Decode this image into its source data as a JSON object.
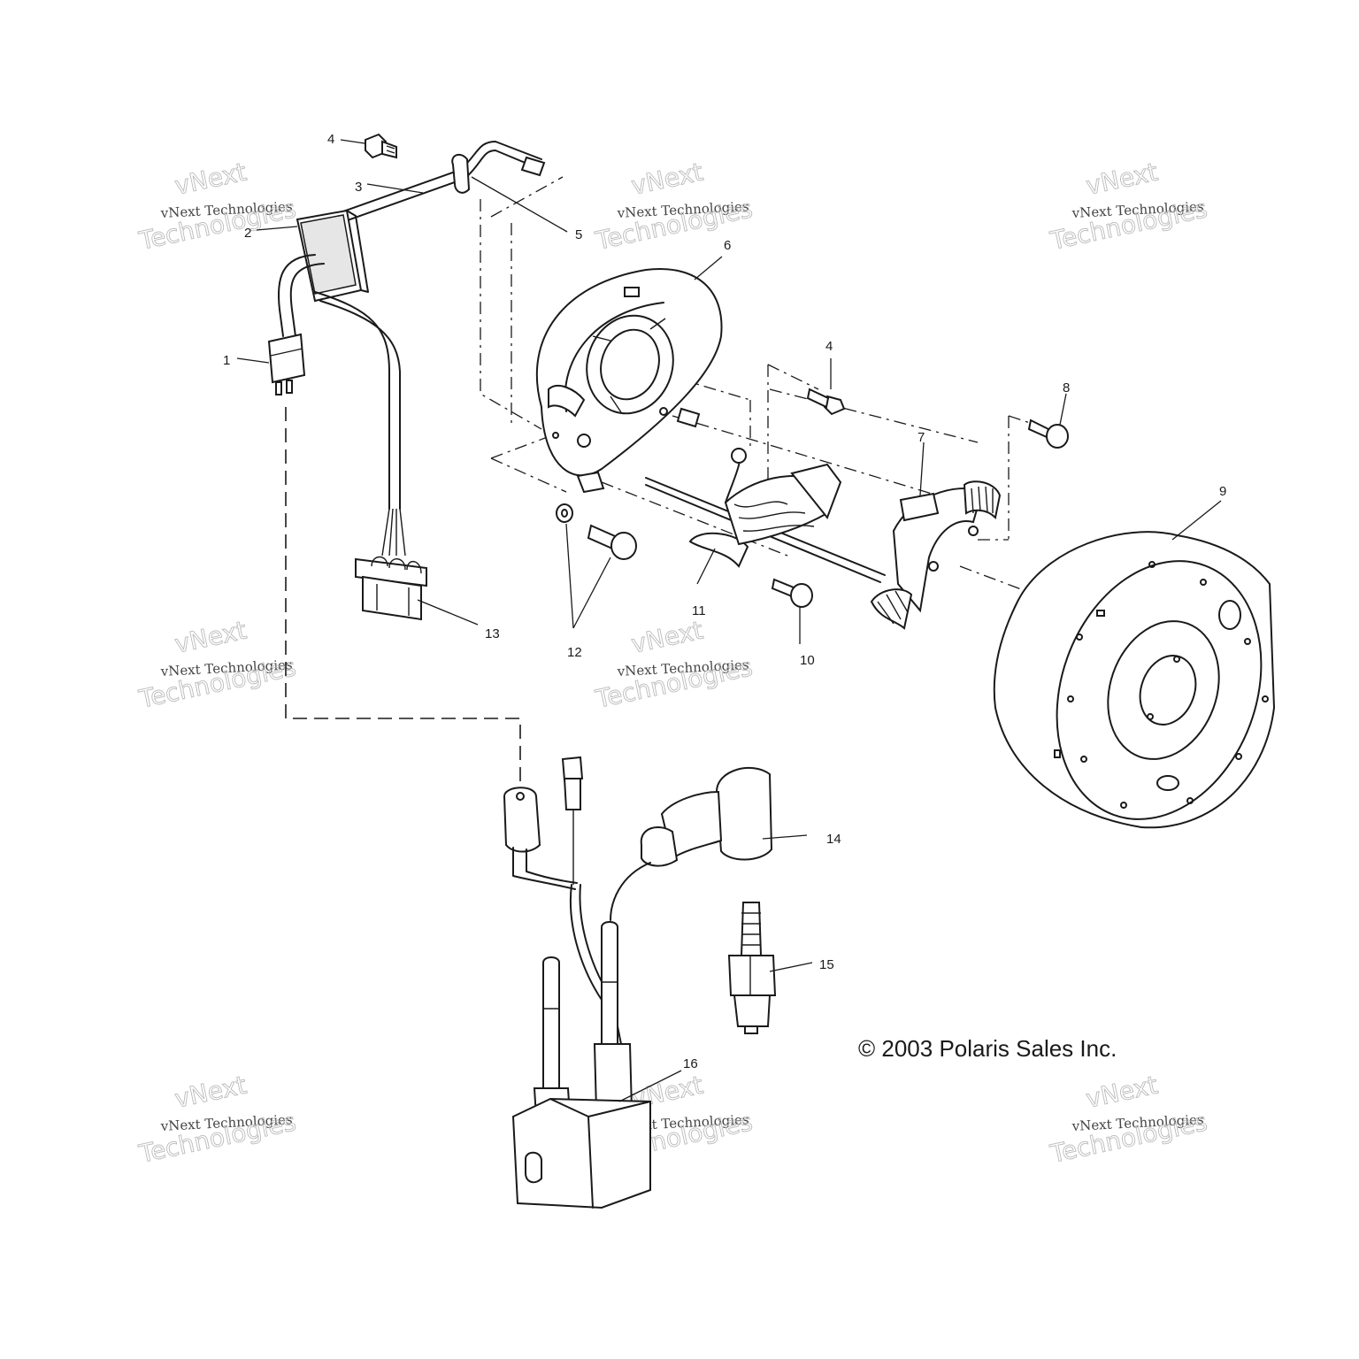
{
  "callouts": [
    {
      "id": "c1",
      "label": "1"
    },
    {
      "id": "c2",
      "label": "2"
    },
    {
      "id": "c3",
      "label": "3"
    },
    {
      "id": "c4a",
      "label": "4"
    },
    {
      "id": "c4b",
      "label": "4"
    },
    {
      "id": "c5",
      "label": "5"
    },
    {
      "id": "c6",
      "label": "6"
    },
    {
      "id": "c7",
      "label": "7"
    },
    {
      "id": "c8",
      "label": "8"
    },
    {
      "id": "c9",
      "label": "9"
    },
    {
      "id": "c10",
      "label": "10"
    },
    {
      "id": "c11",
      "label": "11"
    },
    {
      "id": "c12",
      "label": "12"
    },
    {
      "id": "c13",
      "label": "13"
    },
    {
      "id": "c14",
      "label": "14"
    },
    {
      "id": "c15",
      "label": "15"
    },
    {
      "id": "c16",
      "label": "16"
    }
  ],
  "copyright": "© 2003 Polaris Sales Inc.",
  "watermark": {
    "line1": "vNext Technologies",
    "line2": "vNext",
    "line3": "Technologies"
  }
}
